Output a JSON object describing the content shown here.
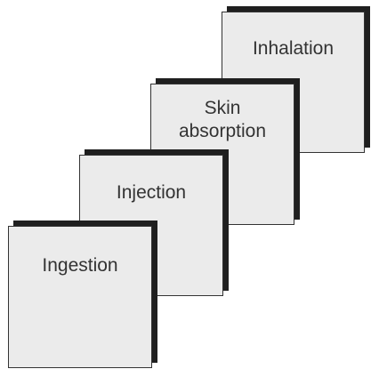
{
  "diagram": {
    "cards": [
      {
        "id": "inhalation",
        "label": "Inhalation"
      },
      {
        "id": "skin-absorption",
        "label": "Skin\nabsorption"
      },
      {
        "id": "injection",
        "label": "Injection"
      },
      {
        "id": "ingestion",
        "label": "Ingestion"
      }
    ],
    "colors": {
      "card_fill": "#ebebeb",
      "card_border": "#333333",
      "card_shadow": "#1f1f1f",
      "text": "#333333"
    }
  }
}
